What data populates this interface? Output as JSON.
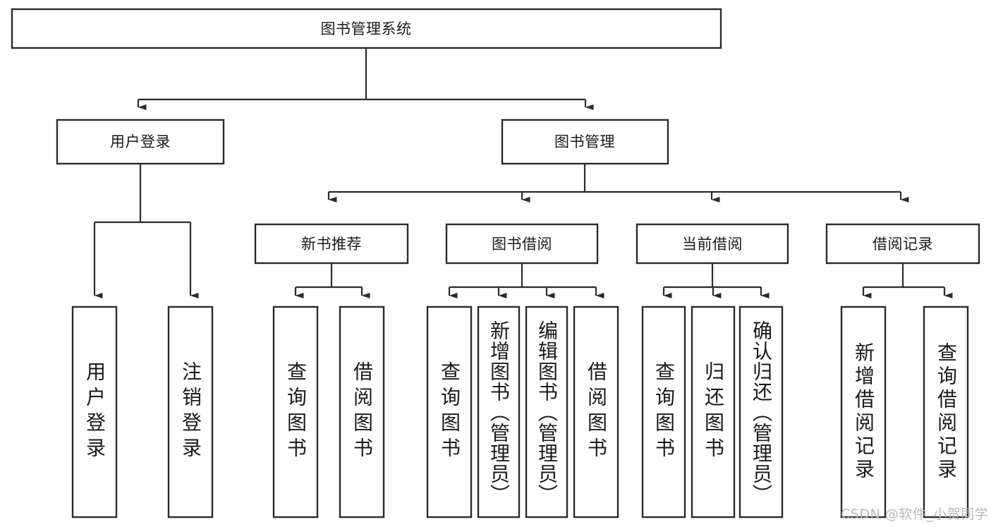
{
  "diagram": {
    "type": "tree",
    "title": "图书管理系统",
    "orientation": "top-down",
    "colors": {
      "box_stroke": "#2b2b2b",
      "box_fill": "#ffffff",
      "text": "#1a1a1a",
      "connector": "#2b2b2b",
      "background": "#ffffff",
      "watermark": "#b9b9b9"
    },
    "root": {
      "label": "图书管理系统"
    },
    "level2": [
      {
        "label": "用户登录"
      },
      {
        "label": "图书管理"
      }
    ],
    "level3": [
      {
        "label": "新书推荐"
      },
      {
        "label": "图书借阅"
      },
      {
        "label": "当前借阅"
      },
      {
        "label": "借阅记录"
      }
    ],
    "leaves": {
      "user_login": [
        {
          "label": "用户登录"
        },
        {
          "label": "注销登录"
        }
      ],
      "new_book_recommend": [
        {
          "label": "查询图书"
        },
        {
          "label": "借阅图书"
        }
      ],
      "book_borrow": [
        {
          "label": "查询图书"
        },
        {
          "label": "新增图书（管理员）"
        },
        {
          "label": "编辑图书（管理员）"
        },
        {
          "label": "借阅图书"
        }
      ],
      "current_borrow": [
        {
          "label": "查询图书"
        },
        {
          "label": "归还图书"
        },
        {
          "label": "确认归还（管理员）"
        }
      ],
      "borrow_record": [
        {
          "label": "新增借阅记录"
        },
        {
          "label": "查询借阅记录"
        }
      ]
    }
  },
  "watermark": {
    "text": "CSDN @软件_小贺同学"
  }
}
